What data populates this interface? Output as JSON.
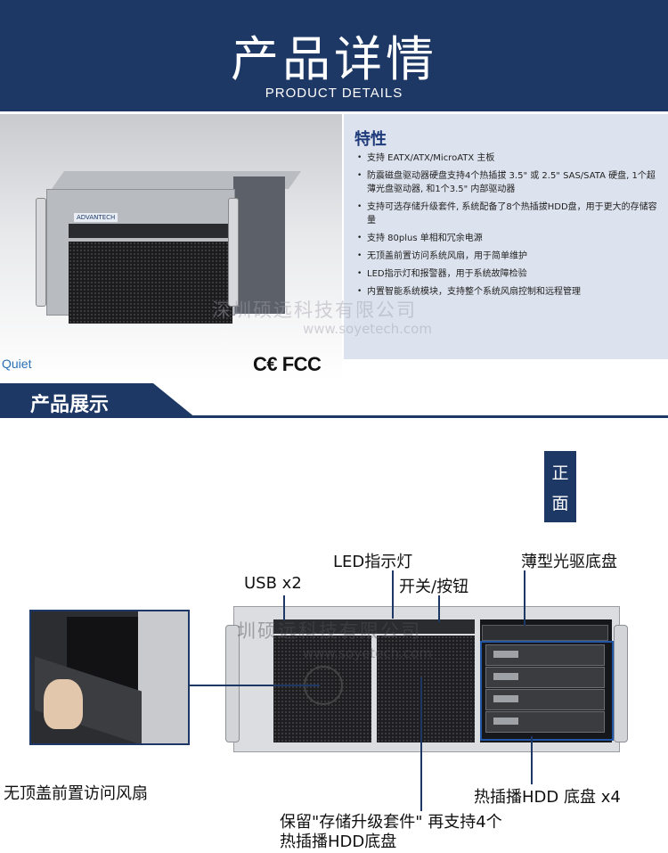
{
  "header": {
    "title": "产品详情",
    "subtitle": "PRODUCT  DETAILS"
  },
  "hero": {
    "case_badge": "ADVANTECH",
    "quiet_logo": "Quiet",
    "cert_marks": "C€ FCC"
  },
  "features": {
    "title": "特性",
    "items": [
      "支持 EATX/ATX/MicroATX 主板",
      "防震磁盘驱动器硬盘支持4个热插拔 3.5\" 或 2.5\" SAS/SATA 硬盘, 1个超薄光盘驱动器, 和1个3.5\" 内部驱动器",
      "支持可选存储升级套件, 系统配备了8个热插拔HDD盘，用于更大的存储容量",
      "支持 80plus 单相和冗余电源",
      "无顶盖前置访问系统风扇，用于简单维护",
      "LED指示灯和报警器，用于系统故障检验",
      "内置智能系统模块，支持整个系统风扇控制和远程管理"
    ]
  },
  "watermark": {
    "company": "深圳硕远科技有限公司",
    "site": "www.soyetech.com",
    "company_partial": "圳硕远科技有限公司"
  },
  "section": {
    "title": "产品展示"
  },
  "front_label": [
    "正",
    "面"
  ],
  "diagram_labels": {
    "led": "LED指示灯",
    "usb": "USB x2",
    "switch": "开关/按钮",
    "slim_odd": "薄型光驱底盘",
    "fan_access": "无顶盖前置访问风扇",
    "hdd_tray": "热插播HDD 底盘 x4",
    "upgrade_line1": "保留\"存储升级套件\" 再支持4个",
    "upgrade_line2": "热插播HDD底盘"
  },
  "colors": {
    "navy": "#1e3866",
    "feature_bg": "#dde3ee",
    "feature_title": "#1e3a7a",
    "highlight_blue": "#2257a8"
  }
}
